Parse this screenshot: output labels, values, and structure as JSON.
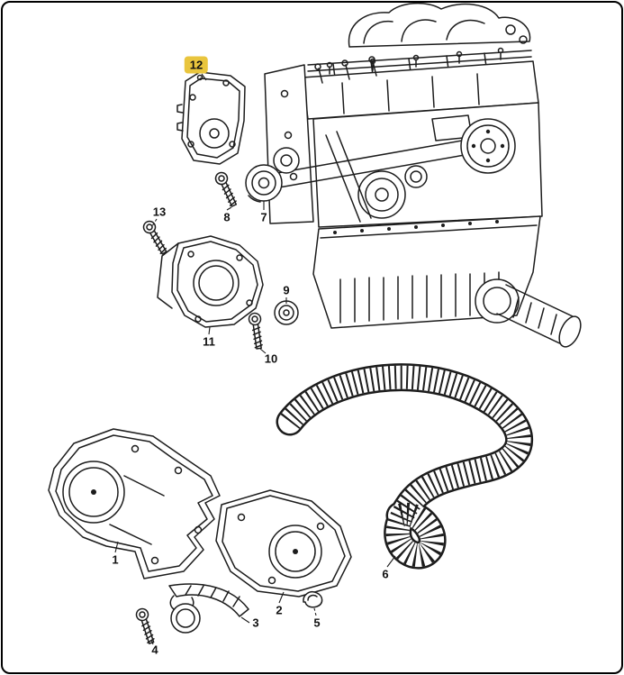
{
  "colors": {
    "background": "#ffffff",
    "line": "#1c1c1c",
    "highlight": "#e9c53d",
    "callout_text": "#111111",
    "frame": "#000000"
  },
  "callouts": [
    {
      "label": "1",
      "part": "front-timing-cover-upper",
      "highlighted": false
    },
    {
      "label": "2",
      "part": "front-timing-cover-lower",
      "highlighted": false
    },
    {
      "label": "3",
      "part": "cover-strip",
      "highlighted": false
    },
    {
      "label": "4",
      "part": "bolt",
      "highlighted": false
    },
    {
      "label": "5",
      "part": "retaining-clip",
      "highlighted": false
    },
    {
      "label": "6",
      "part": "timing-belt",
      "highlighted": false
    },
    {
      "label": "7",
      "part": "tensioner-pulley",
      "highlighted": false
    },
    {
      "label": "8",
      "part": "bolt",
      "highlighted": false
    },
    {
      "label": "9",
      "part": "idler-roller",
      "highlighted": false
    },
    {
      "label": "10",
      "part": "bolt",
      "highlighted": false
    },
    {
      "label": "11",
      "part": "rear-timing-cover-lower",
      "highlighted": false
    },
    {
      "label": "12",
      "part": "rear-timing-cover-plate",
      "highlighted": true
    },
    {
      "label": "13",
      "part": "bolt",
      "highlighted": false
    }
  ]
}
